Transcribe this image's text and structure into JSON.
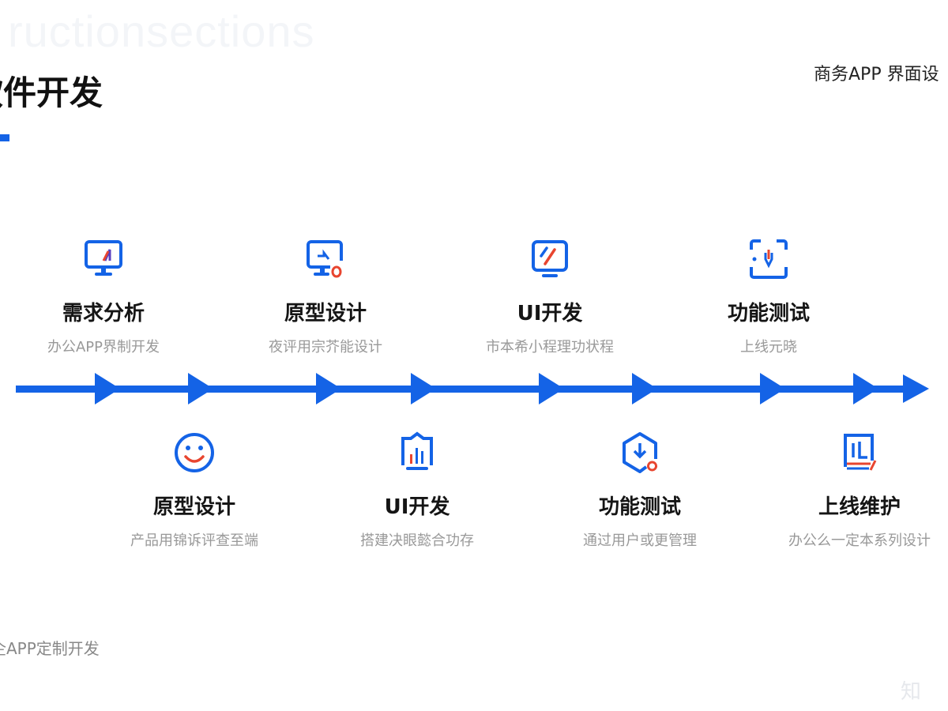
{
  "watermark": "ructionsections",
  "title": "软件开发",
  "top_right": "商务APP   界面设",
  "footer": "企APP定制开发",
  "logo": "知",
  "colors": {
    "accent": "#1463e6",
    "highlight": "#e8452f",
    "text": "#151515",
    "subtext": "#999999"
  },
  "steps_top": [
    {
      "icon": "monitor-pen-icon",
      "name": "需求分析",
      "sub": "办公APP界制开发"
    },
    {
      "icon": "monitor-tool-icon",
      "name": "原型设计",
      "sub": "夜评用宗芥能设计"
    },
    {
      "icon": "monitor-slash-icon",
      "name": "UI开发",
      "sub": "市本希小程理功状程"
    },
    {
      "icon": "scan-pen-icon",
      "name": "功能测试",
      "sub": "上线元晓"
    }
  ],
  "steps_bottom": [
    {
      "icon": "smiley-icon",
      "name": "原型设计",
      "sub": "产品用锦诉评查至端"
    },
    {
      "icon": "chart-shield-icon",
      "name": "UI开发",
      "sub": "搭建决眼懿合功存"
    },
    {
      "icon": "download-shield-icon",
      "name": "功能测试",
      "sub": "通过用户或更管理"
    },
    {
      "icon": "document-chart-icon",
      "name": "上线维护",
      "sub": "办公么一定本系列设计"
    }
  ]
}
